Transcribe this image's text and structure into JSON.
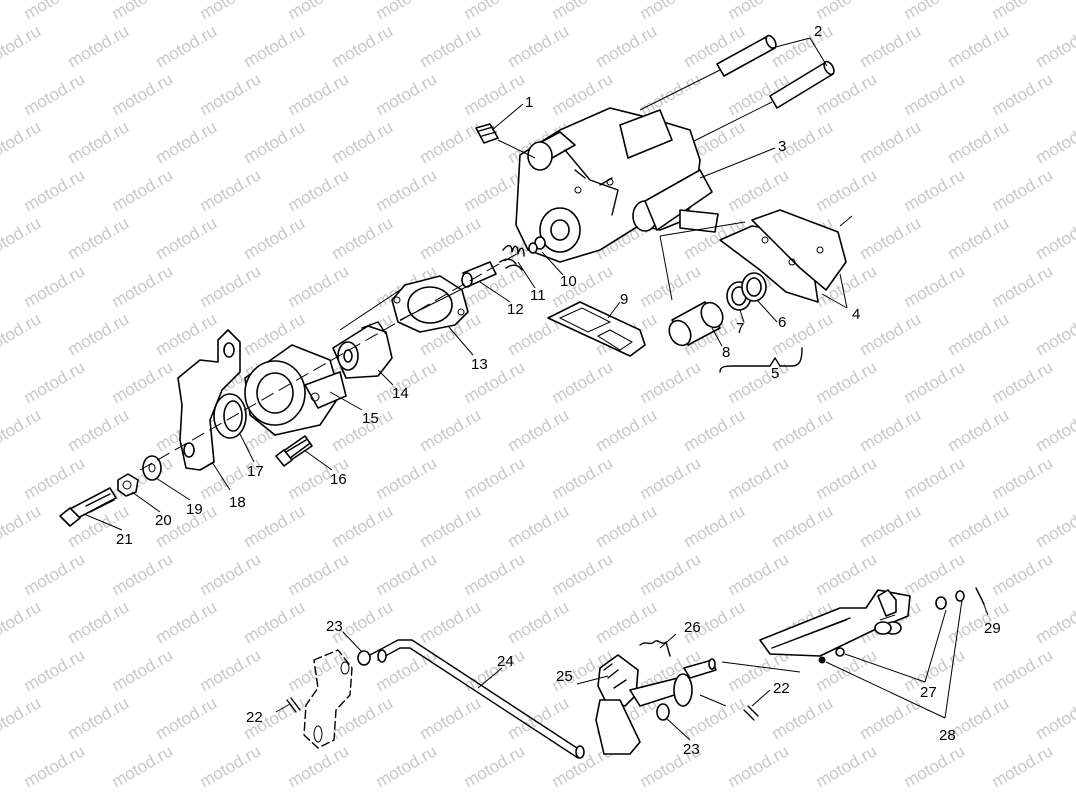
{
  "watermark": {
    "text": "motod.ru",
    "color": "#c8c8c8"
  },
  "callouts": {
    "c1": "1",
    "c2": "2",
    "c3": "3",
    "c4": "4",
    "c5": "5",
    "c6": "6",
    "c7": "7",
    "c8": "8",
    "c9": "9",
    "c10": "10",
    "c11": "11",
    "c12": "12",
    "c13": "13",
    "c14": "14",
    "c15": "15",
    "c16": "16",
    "c17": "17",
    "c18": "18",
    "c19": "19",
    "c20": "20",
    "c21": "21",
    "c22a": "22",
    "c22b": "22",
    "c23a": "23",
    "c23b": "23",
    "c24": "24",
    "c25": "25",
    "c26": "26",
    "c27": "27",
    "c28": "28",
    "c29": "29"
  }
}
